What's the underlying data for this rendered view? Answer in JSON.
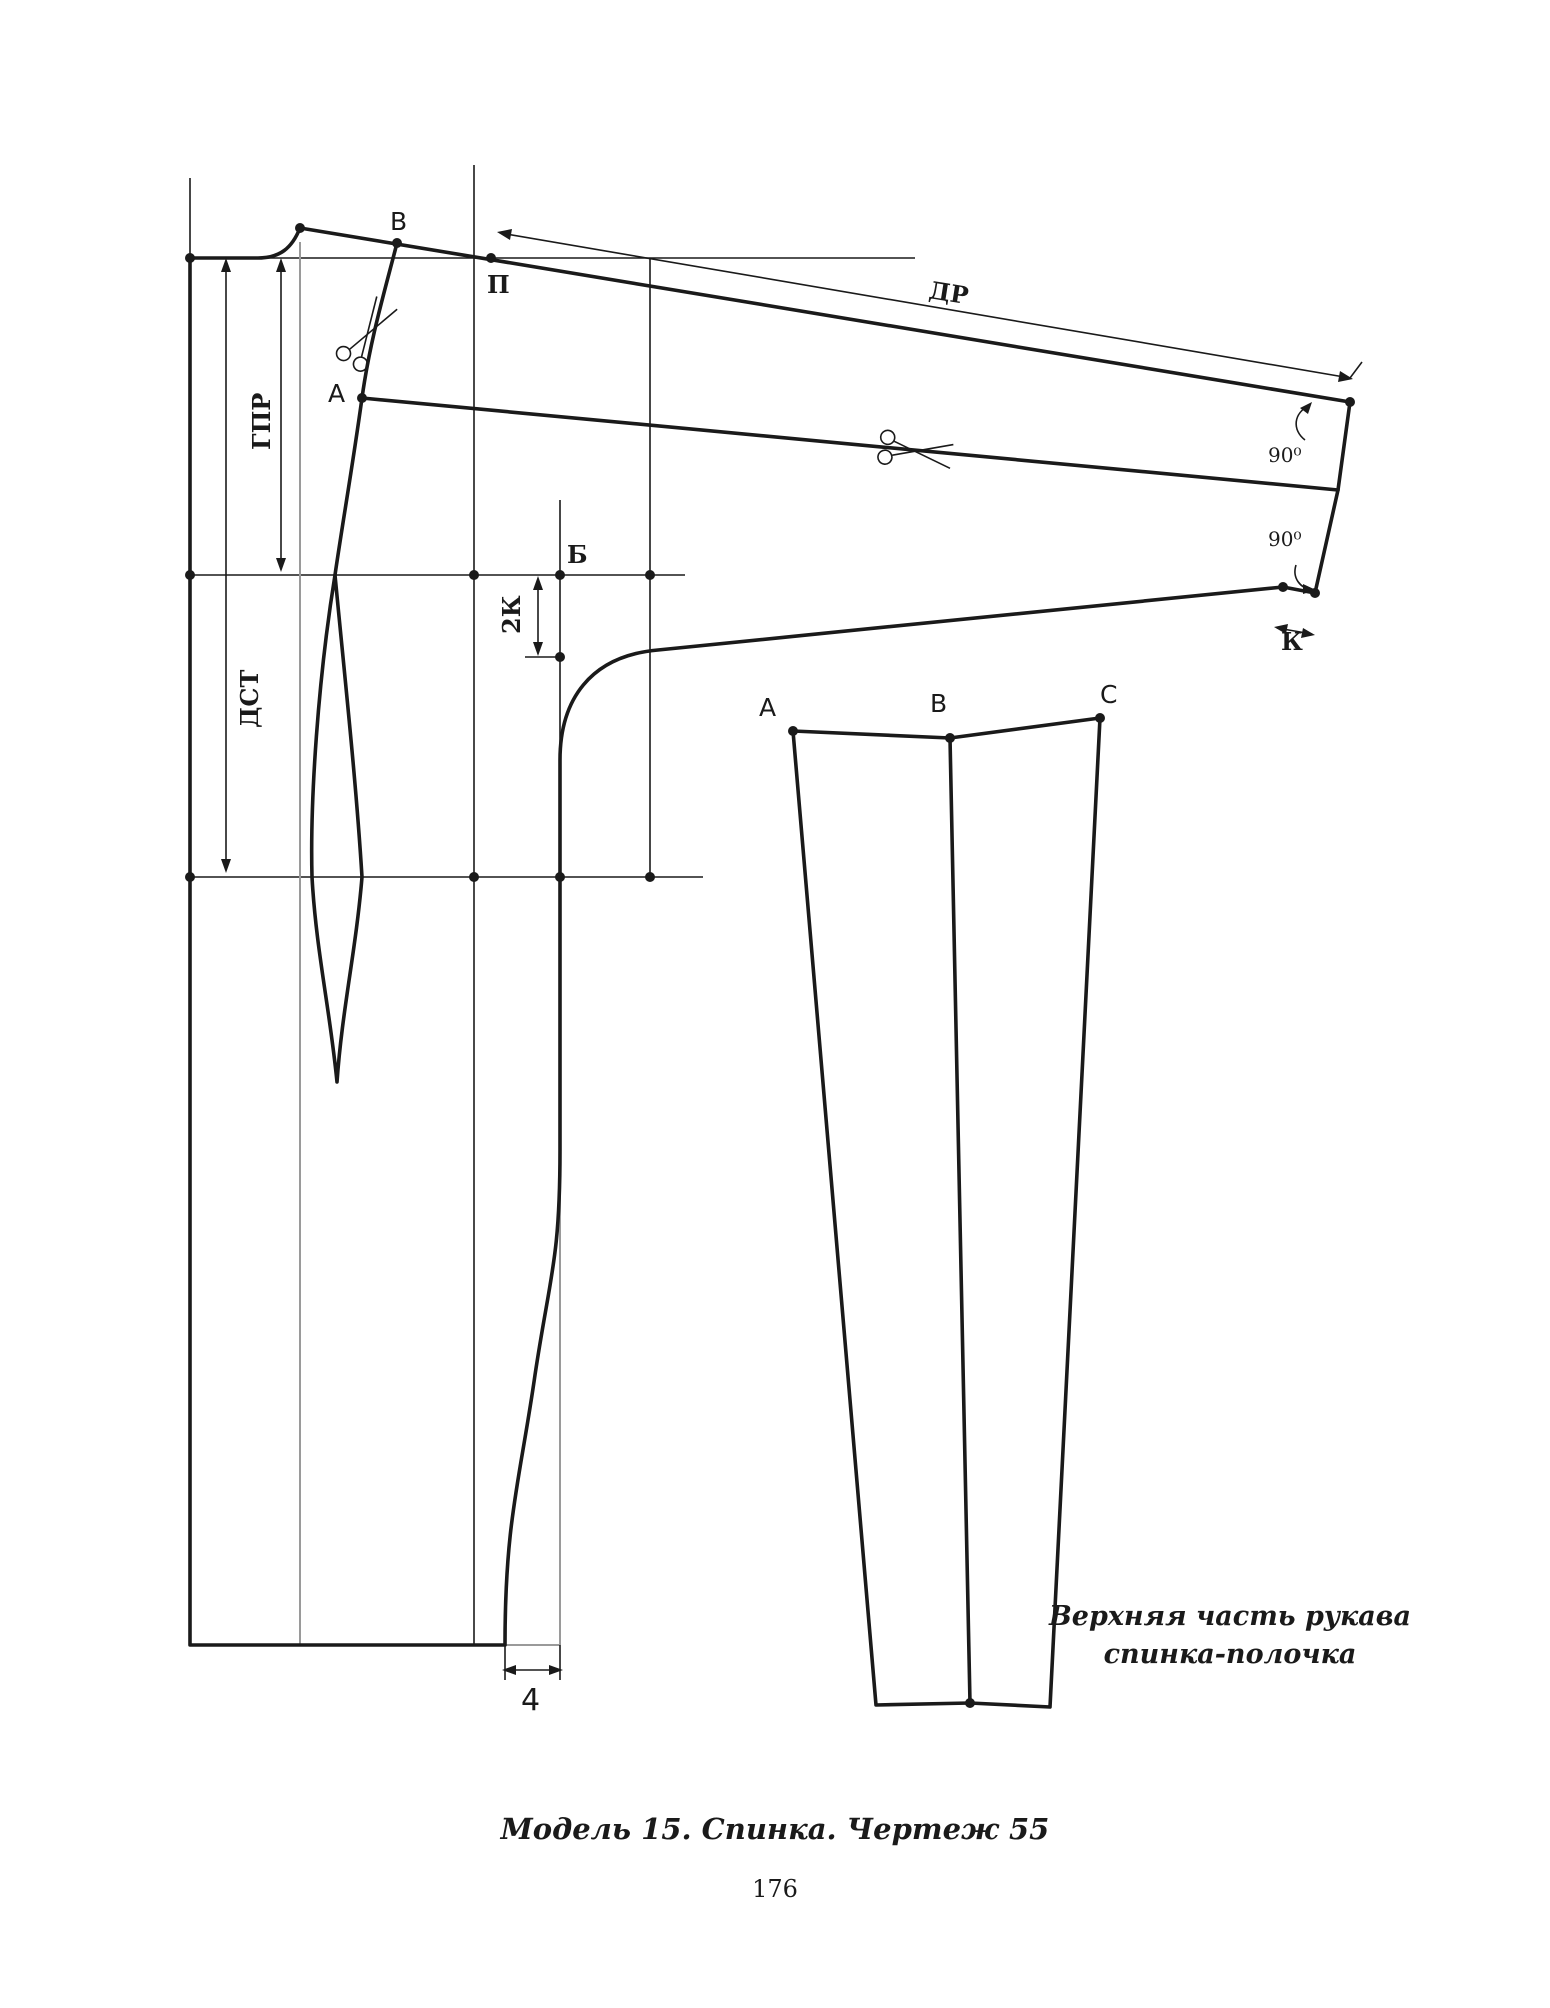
{
  "labels": {
    "point_v": "В",
    "point_p": "П",
    "point_a": "А",
    "point_b": "Б",
    "gpr": "ГПР",
    "dst": "ДСТ",
    "dr": "ДР",
    "two_k": "2К",
    "k": "К",
    "angle_top": "90⁰",
    "angle_bottom": "90⁰",
    "hem_allowance": "4",
    "sleeve_a": "А",
    "sleeve_b": "В",
    "sleeve_c": "С"
  },
  "sleeve_caption": {
    "line1": "Верхняя часть рукава",
    "line2": "спинка-полочка"
  },
  "caption": "Модель 15. Спинка. Чертеж 55",
  "page_number": "176"
}
